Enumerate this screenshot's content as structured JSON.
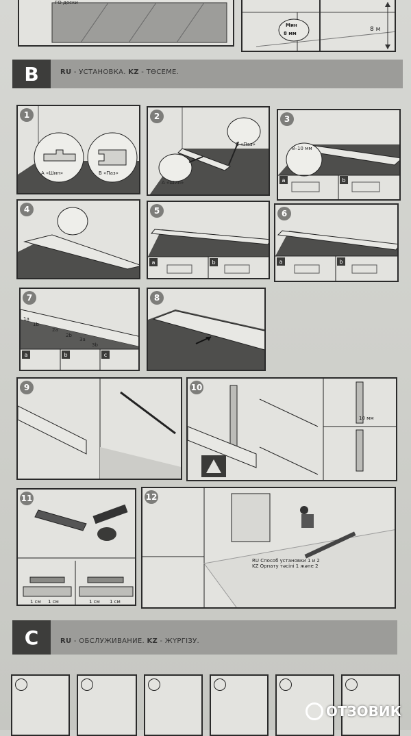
{
  "top": {
    "left_panel_text": "ГО доски",
    "min_label": "Мин",
    "min_value": "8 мм",
    "distance": "8 м"
  },
  "sections": {
    "b": {
      "letter": "B",
      "ru": "RU",
      "ru_text": " - УСТАНОВКА. ",
      "kz": "KZ",
      "kz_text": " - ТӨСЕМЕ."
    },
    "c": {
      "letter": "C",
      "ru": "RU",
      "ru_text": " - ОБСЛУЖИВАНИЕ. ",
      "kz": "KZ",
      "kz_text": " - ЖҮРГІЗУ."
    }
  },
  "steps": {
    "s1": {
      "num": "1",
      "a_label": "A «Шип»",
      "b_label": "B «Паз»"
    },
    "s2": {
      "num": "2",
      "a_label": "A «Шип»",
      "b_label": "B «Паз»"
    },
    "s3": {
      "num": "3",
      "gap": "8–10 мм",
      "a": "a",
      "b": "b"
    },
    "s4": {
      "num": "4"
    },
    "s5": {
      "num": "5",
      "a": "a",
      "b": "b"
    },
    "s6": {
      "num": "6",
      "a": "a",
      "b": "b"
    },
    "s7": {
      "num": "7",
      "labels": [
        "1a",
        "1b",
        "2a",
        "2b",
        "3a",
        "3b"
      ],
      "a": "a",
      "b": "b",
      "c": "c"
    },
    "s8": {
      "num": "8"
    },
    "s9": {
      "num": "9"
    },
    "s10": {
      "num": "10",
      "gap": "10 мм"
    },
    "s11": {
      "num": "11",
      "dim1": "1 см",
      "dim2": "1 см",
      "dim3": "1 см",
      "dim4": "1 см"
    },
    "s12": {
      "num": "12",
      "ru_note": "RU Способ установки 1 и 2",
      "kz_note": "KZ Орнату тәсілі 1 және 2"
    }
  },
  "watermark": {
    "text": "ОТЗОВИК"
  }
}
